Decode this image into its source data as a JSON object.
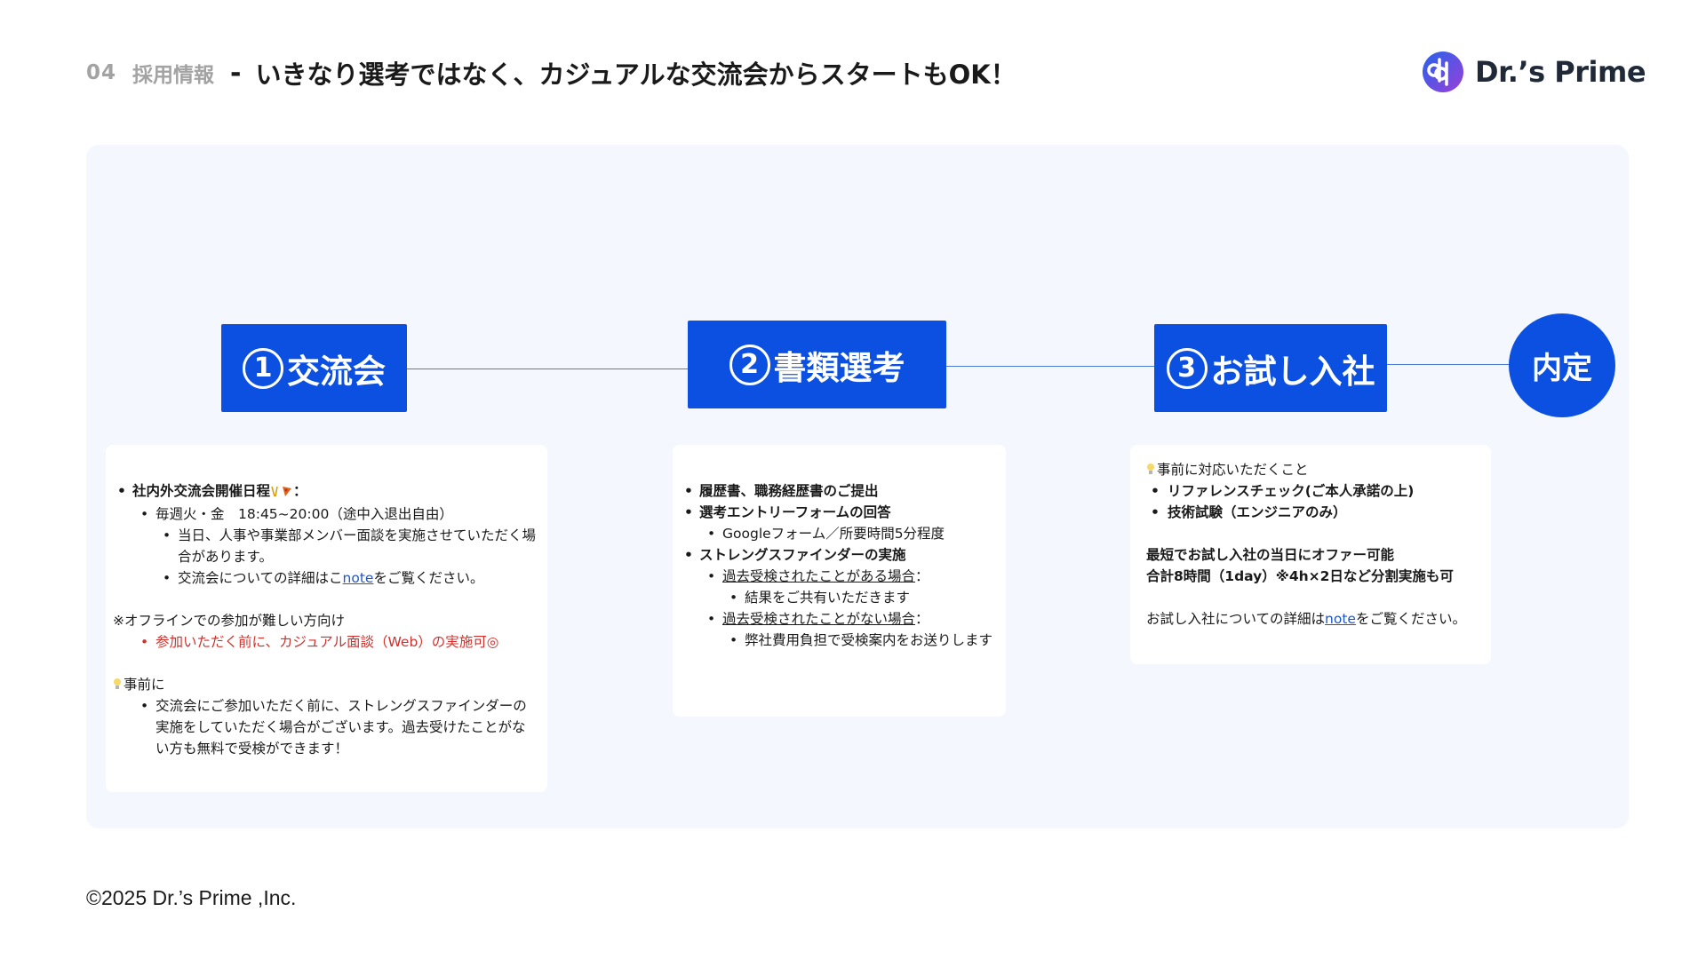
{
  "header": {
    "number": "04",
    "section": "採用情報",
    "dash": "-",
    "title": "いきなり選考ではなく、カジュアルな交流会からスタートもOK！"
  },
  "logo": {
    "text": "Dr.’s Prime",
    "icon": "drs-prime-logo-icon"
  },
  "colors": {
    "accent": "#0b50e0",
    "panel": "#f4f7fd",
    "red": "#d0312d",
    "link": "#1f56c7"
  },
  "stages": [
    {
      "num": "1",
      "label": "交流会"
    },
    {
      "num": "2",
      "label": "書類選考"
    },
    {
      "num": "3",
      "label": "お試し入社"
    }
  ],
  "final_stage": {
    "label": "内定"
  },
  "card1": {
    "title": "社内外交流会開催日程",
    "title_suffix": "：",
    "schedule": "毎週火・金　18:45~20:00（途中入退出自由）",
    "note1": "当日、人事や事業部メンバー面談を実施させていただく場合があります。",
    "note2_pre": "交流会についての詳細はこ",
    "note2_link": "note",
    "note2_post": "をご覧ください。",
    "offline_heading": "※オフラインでの参加が難しい方向け",
    "offline_item": "参加いただく前に、カジュアル面談（Web）の実施可◎",
    "prep_heading": "事前に",
    "prep_item": "交流会にご参加いただく前に、ストレングスファインダーの実施をしていただく場合がございます。過去受けたことがない方も無料で受検ができます！"
  },
  "card2": {
    "item1": "履歴書、職務経歴書のご提出",
    "item2": "選考エントリーフォームの回答",
    "item2_sub": "Googleフォーム／所要時間5分程度",
    "item3": "ストレングスファインダーの実施",
    "case_yes": "過去受検されたことがある場合",
    "case_yes_colon": "：",
    "case_yes_detail": "結果をご共有いただきます",
    "case_no": "過去受検されたことがない場合",
    "case_no_colon": "：",
    "case_no_detail": "弊社費用負担で受検案内をお送りします"
  },
  "card3": {
    "heading": "事前に対応いただくこと",
    "item1": "リファレンスチェック(ご本人承諾の上)",
    "item2": "技術試験（エンジニアのみ）",
    "offer1": "最短でお試し入社の当日にオファー可能",
    "offer2": "合計8時間（1day）※4h×2日など分割実施も可",
    "detail_pre": "お試し入社についての詳細は",
    "detail_link": "note",
    "detail_post": "をご覧ください。"
  },
  "footer": {
    "copyright": "©2025 Dr.’s Prime ,Inc."
  }
}
